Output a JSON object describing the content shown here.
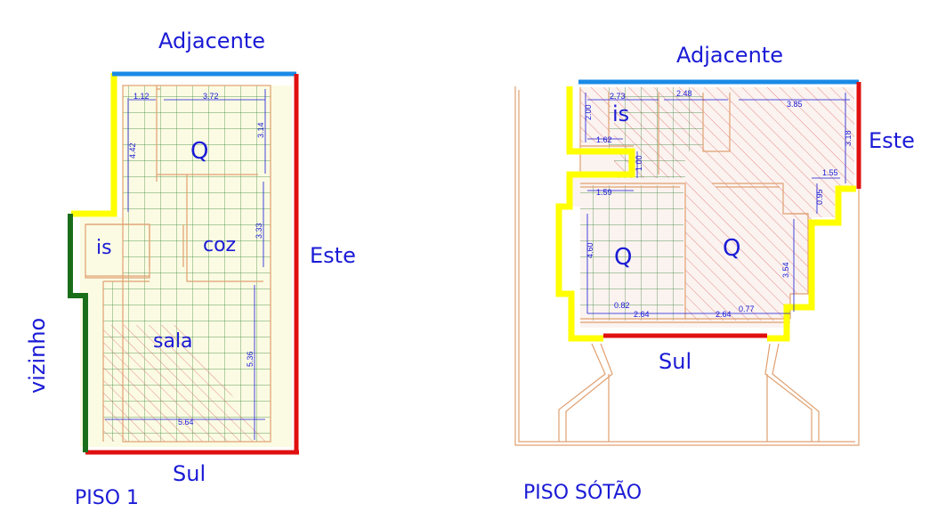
{
  "piso1": {
    "title": "PISO 1",
    "sides": {
      "top": "Adjacente",
      "right": "Este",
      "bottom": "Sul",
      "left": "vizinho"
    },
    "rooms": {
      "quarto": "Q",
      "is": "is",
      "coz": "coz",
      "sala": "sala"
    },
    "dims": {
      "d1": "1.12",
      "d2": "3.72",
      "d3": "4.42",
      "d4": "3.14",
      "d5": "3.33",
      "d6": "5.36",
      "d7": "5.64"
    }
  },
  "sotao": {
    "title": "PISO SÓTÃO",
    "sides": {
      "top": "Adjacente",
      "right": "Este",
      "bottom": "Sul"
    },
    "rooms": {
      "is": "is",
      "q1": "Q",
      "q2": "Q"
    },
    "dims": {
      "d1": "2.73",
      "d2": "2.48",
      "d3": "3.85",
      "d4": "2.00",
      "d5": "1.62",
      "d6": "1.00",
      "d7": "3.18",
      "d8": "1.55",
      "d9": "0.95",
      "d10": "1.59",
      "d11": "4.60",
      "d12": "3.54",
      "d13": "0.82",
      "d14": "2.64",
      "d15": "2.64",
      "d16": "0.77"
    }
  },
  "colors": {
    "adjacente": "#1a8ae6",
    "este": "#e01010",
    "vizinho": "#1a6e1a",
    "sul": "#e01010",
    "estimated": "#ffff00",
    "label": "#1a1ad6"
  }
}
